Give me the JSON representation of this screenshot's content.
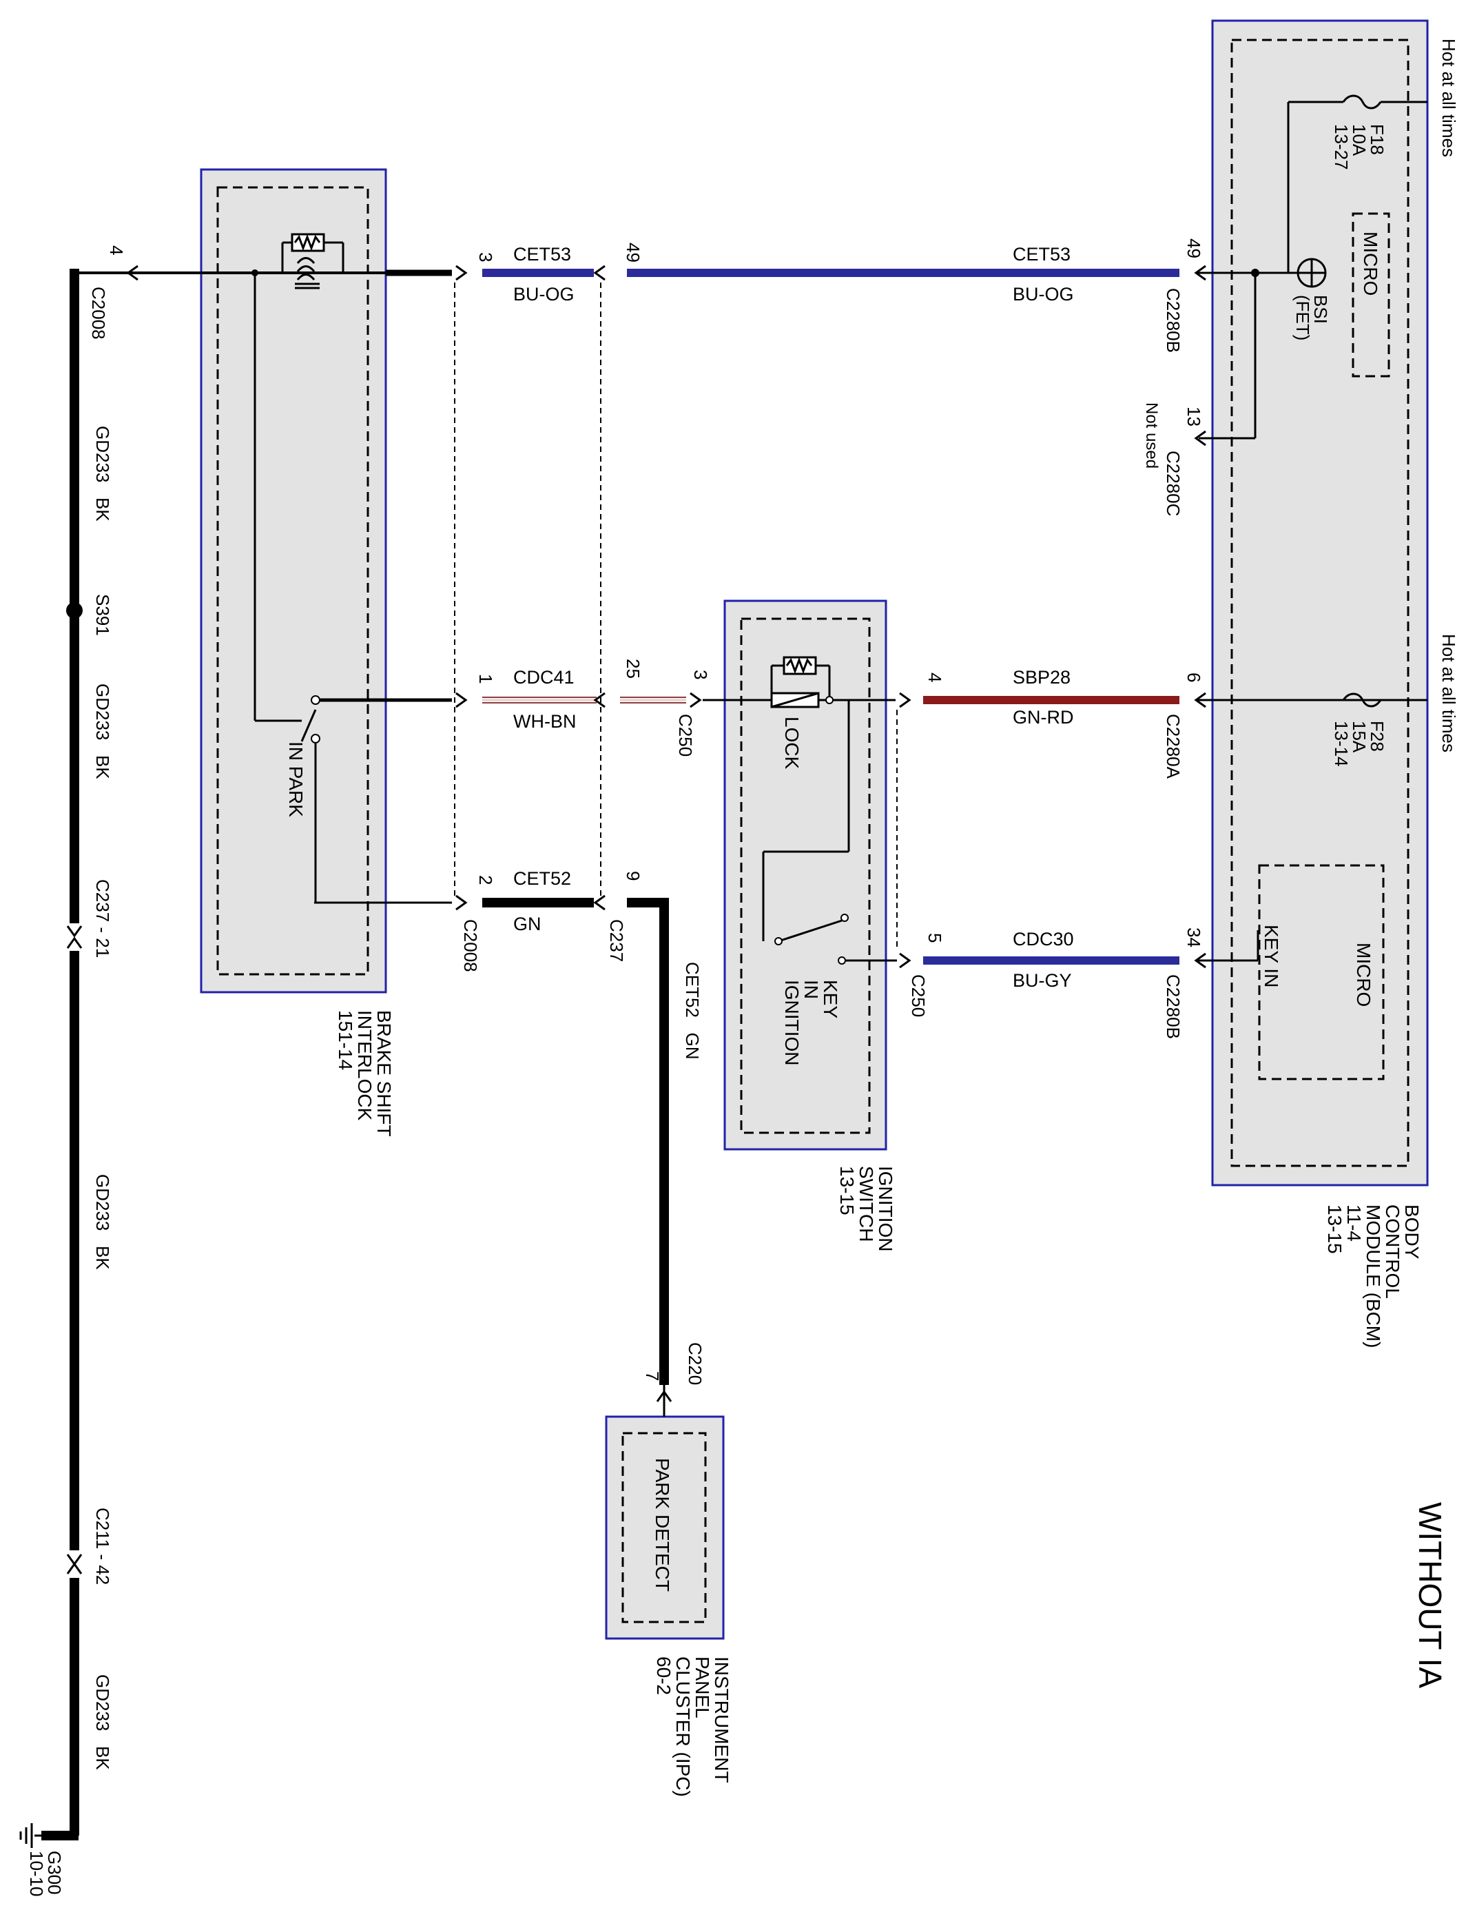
{
  "title": "WITHOUT IA",
  "colors": {
    "module_fill": "#e3e3e3",
    "module_border": "#2222aa",
    "wire_black": "#000000",
    "wire_blue": "#2b2b9a",
    "wire_red": "#8b1a1a",
    "wire_brown": "#8a3d3d"
  },
  "components": {
    "bcm": {
      "name_lines": [
        "BODY",
        "CONTROL",
        "MODULE (BCM)",
        "11-4",
        "13-15"
      ],
      "micro_top": "MICRO",
      "bsi_lines": [
        "BSI",
        "(FET)"
      ],
      "micro_bottom": "MICRO",
      "key_in": "KEY IN"
    },
    "bsi_interlock": {
      "name_lines": [
        "BRAKE SHIFT",
        "INTERLOCK",
        "151-14"
      ],
      "in_park": "IN PARK"
    },
    "ignition_switch": {
      "name_lines": [
        "IGNITION",
        "SWITCH",
        "13-15"
      ],
      "lock": "LOCK",
      "key_lines": [
        "KEY",
        "IN",
        "IGNITION"
      ]
    },
    "ipc": {
      "name_lines": [
        "INSTRUMENT",
        "PANEL",
        "CLUSTER (IPC)",
        "60-2"
      ],
      "park_detect": "PARK DETECT"
    }
  },
  "power": {
    "hot_top": "Hot at all times",
    "hot_mid": "Hot at all times",
    "f18_lines": [
      "F18",
      "10A",
      "13-27"
    ],
    "f28_lines": [
      "F28",
      "15A",
      "13-14"
    ]
  },
  "wires": {
    "cet53": {
      "circuit": "CET53",
      "color": "BU-OG"
    },
    "cdc41": {
      "circuit": "CDC41",
      "color": "WH-BN"
    },
    "sbp28": {
      "circuit": "SBP28",
      "color": "GN-RD"
    },
    "cet52": {
      "circuit": "CET52",
      "color": "GN"
    },
    "cet52_vertical": "CET52   GN",
    "cdc30": {
      "circuit": "CDC30",
      "color": "BU-GY"
    },
    "gd233_seg1": "GD233   BK",
    "gd233_seg2": "GD233   BK",
    "gd233_seg3": "GD233   BK",
    "gd233_seg4": "GD233   BK"
  },
  "connectors": {
    "c2280b_top": {
      "pin": "49",
      "name": "C2280B"
    },
    "c2280c": {
      "pin": "13",
      "name": "C2280C",
      "note": "Not used"
    },
    "c2280a": {
      "pin": "6",
      "name": "C2280A"
    },
    "c2280b_bottom": {
      "pin": "34",
      "name": "C2280B"
    },
    "c2008_left": {
      "pin": "4",
      "name": "C2008"
    },
    "c2008_pin3": "3",
    "c237_pin49": "49",
    "c2008_pin1": "1",
    "c237_pin25": "25",
    "c250_left": {
      "pin": "3",
      "name": "C250"
    },
    "c2008_pin2": {
      "pin": "2",
      "name": "C2008"
    },
    "c237_pin9": {
      "pin": "9",
      "name": "C237"
    },
    "c250_right_pin4": "4",
    "c250_bottom": {
      "pin": "5",
      "name": "C250"
    },
    "c220": {
      "pin": "7",
      "name": "C220"
    },
    "s391": "S391",
    "c237_21": "C237 - 21",
    "c211_42": "C211 - 42",
    "ground_lines": [
      "G300",
      "10-10"
    ]
  }
}
